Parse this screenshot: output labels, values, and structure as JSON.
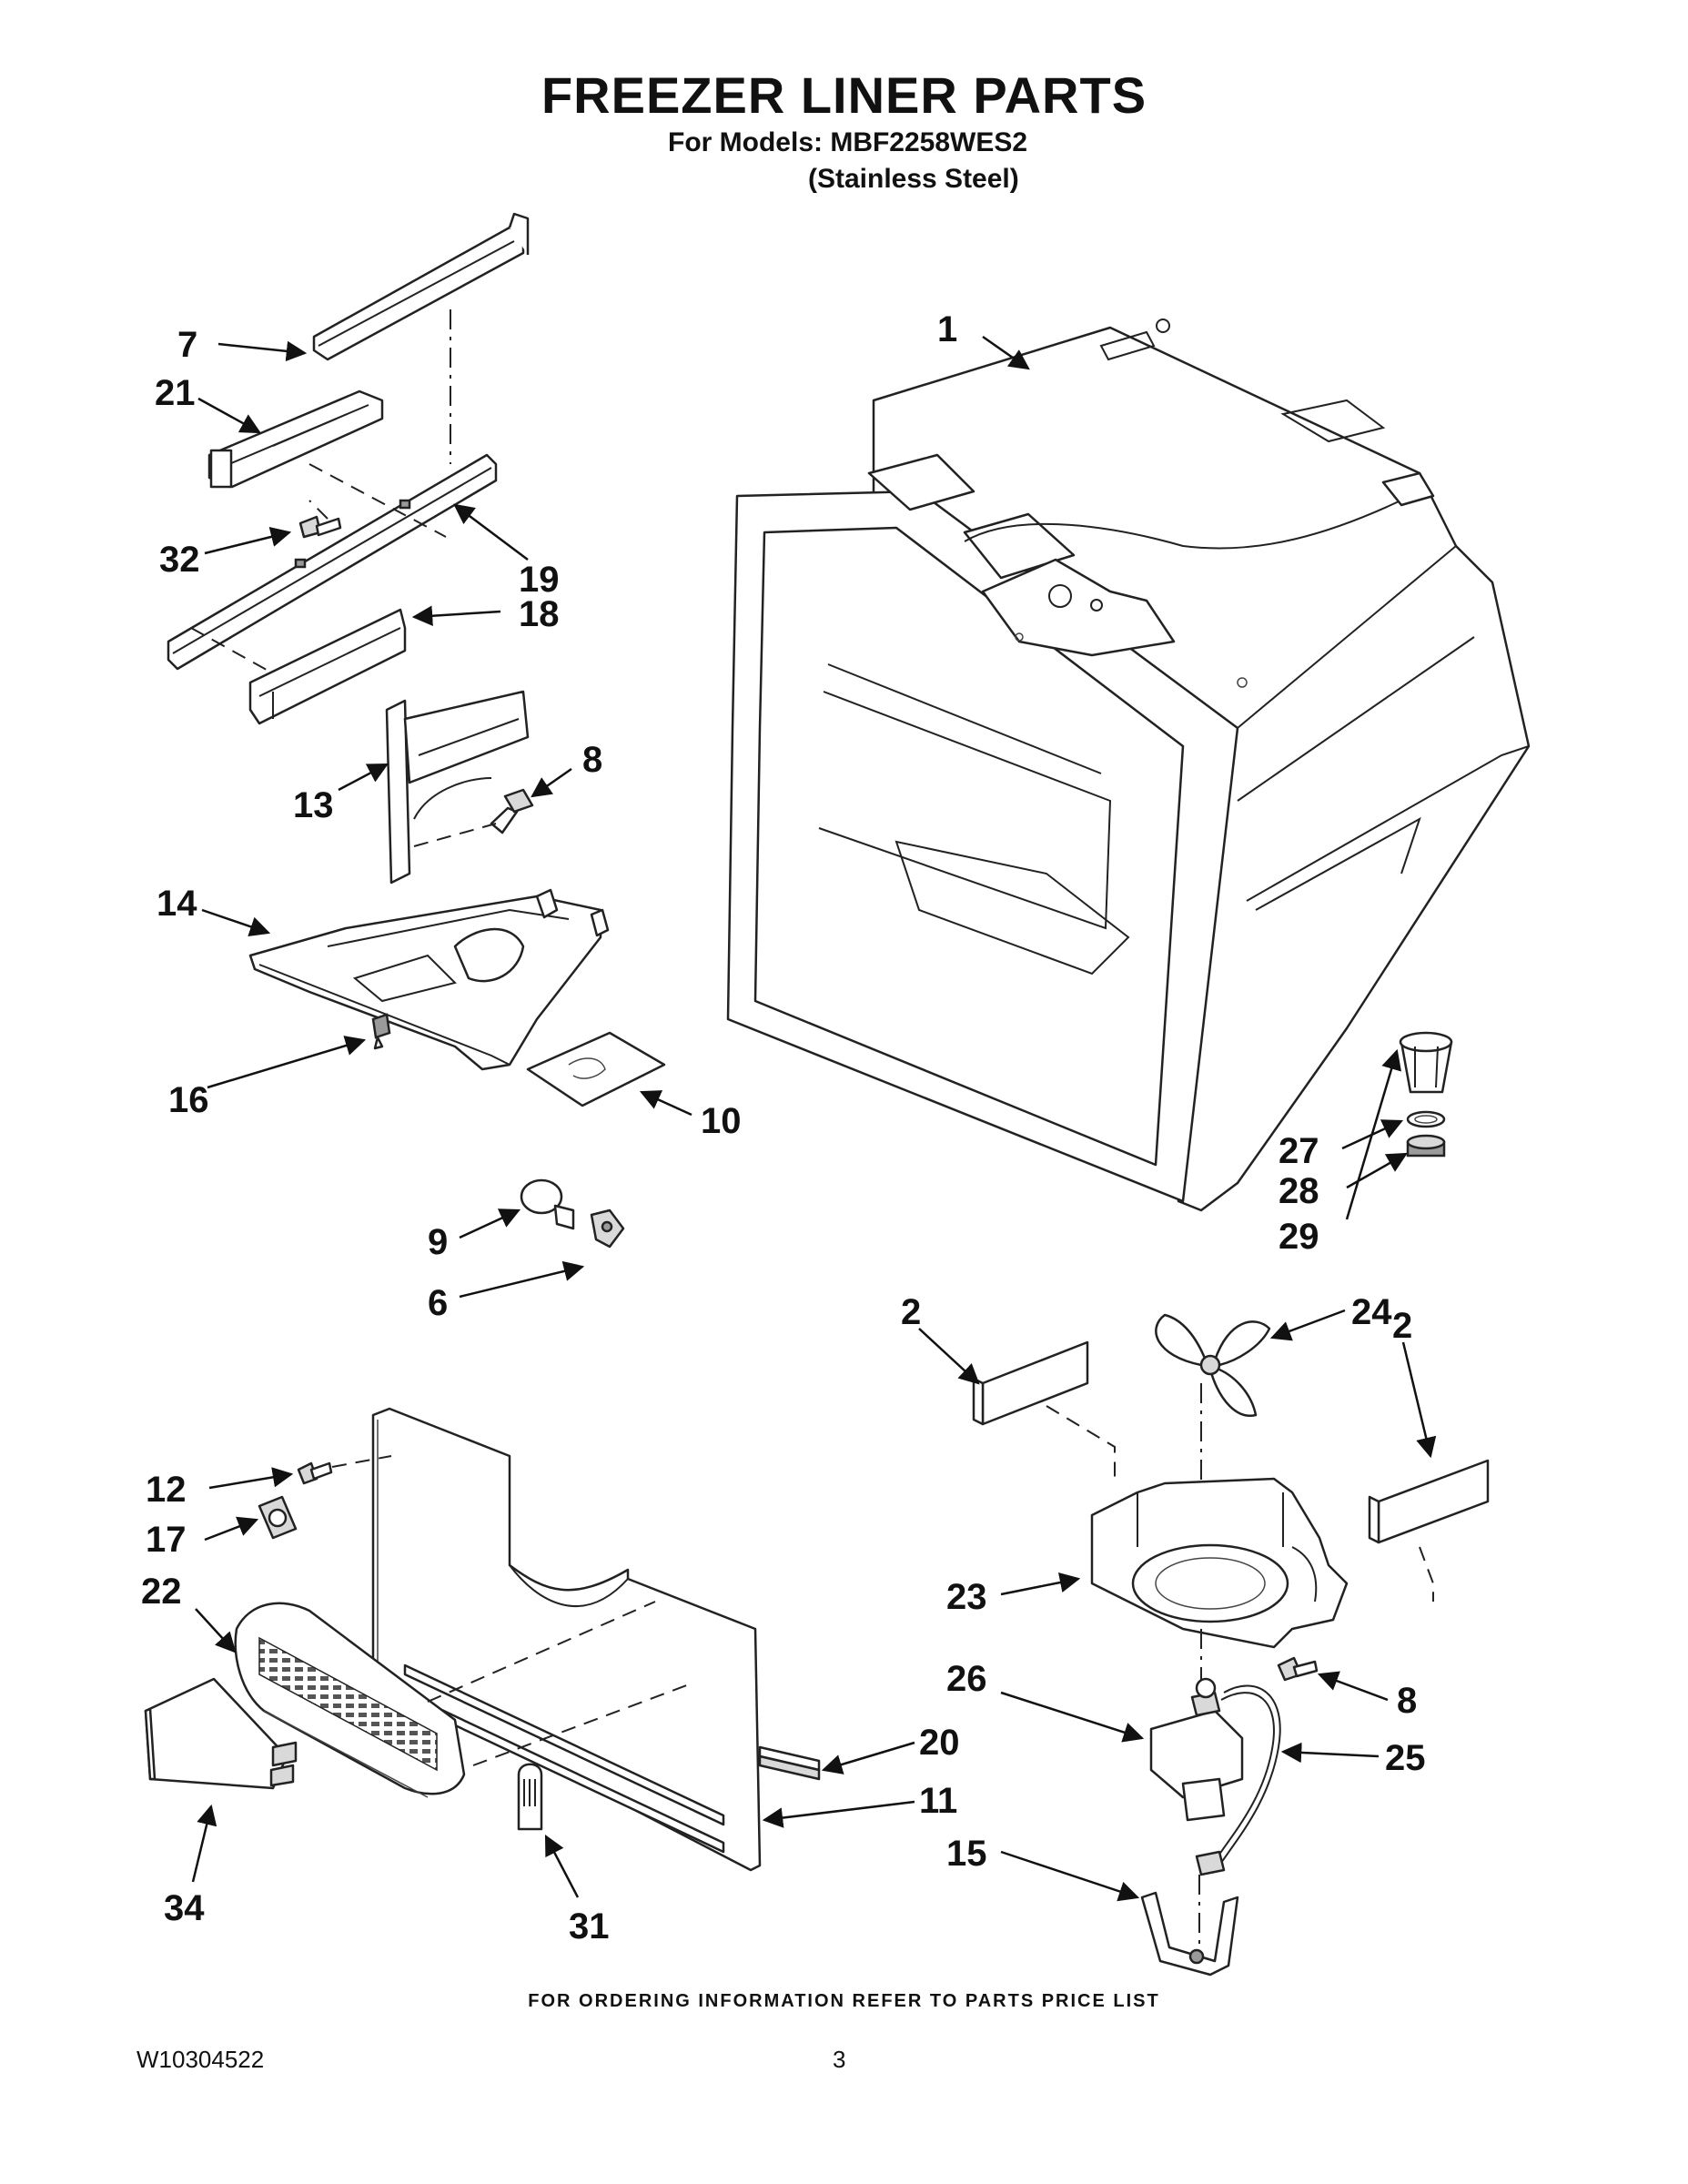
{
  "header": {
    "title": "FREEZER LINER PARTS",
    "models_line": "For Models: MBF2258WES2",
    "finish_line": "(Stainless Steel)"
  },
  "callouts": {
    "p1": "1",
    "p2a": "2",
    "p2b": "2",
    "p6": "6",
    "p7": "7",
    "p8a": "8",
    "p8b": "8",
    "p9": "9",
    "p10": "10",
    "p11": "11",
    "p12": "12",
    "p13": "13",
    "p14": "14",
    "p15": "15",
    "p16": "16",
    "p17": "17",
    "p18": "18",
    "p19": "19",
    "p20": "20",
    "p21": "21",
    "p22": "22",
    "p23": "23",
    "p24": "24",
    "p25": "25",
    "p26": "26",
    "p27": "27",
    "p28": "28",
    "p29": "29",
    "p31": "31",
    "p32": "32",
    "p34": "34"
  },
  "footer": {
    "ordering_note": "FOR ORDERING INFORMATION REFER TO PARTS PRICE LIST",
    "doc_number": "W10304522",
    "page_number": "3"
  }
}
